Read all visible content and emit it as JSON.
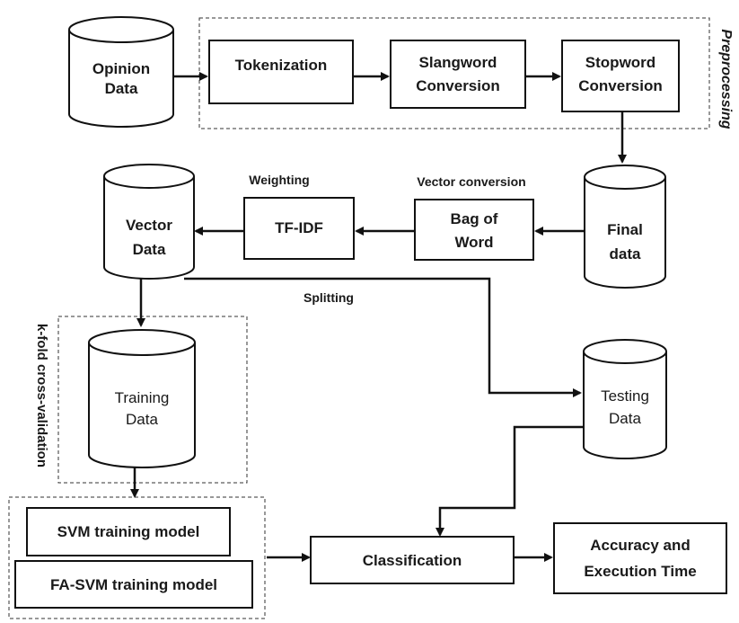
{
  "nodes": {
    "opinion_data": [
      "Opinion",
      "Data"
    ],
    "tokenization": [
      "Tokenization"
    ],
    "slangword": [
      "Slangword",
      "Conversion"
    ],
    "stopword": [
      "Stopword",
      "Conversion"
    ],
    "final_data": [
      "Final",
      "data"
    ],
    "bag_of_word": [
      "Bag of",
      "Word"
    ],
    "tfidf": [
      "TF-IDF"
    ],
    "vector_data": [
      "Vector",
      "Data"
    ],
    "training_data": [
      "Training",
      "Data"
    ],
    "testing_data": [
      "Testing",
      "Data"
    ],
    "svm_model": [
      "SVM training model"
    ],
    "fasvm_model": [
      "FA-SVM training model"
    ],
    "classification": [
      "Classification"
    ],
    "accuracy": [
      "Accuracy and",
      "Execution Time"
    ]
  },
  "labels": {
    "preprocessing": "Preprocessing",
    "weighting": "Weighting",
    "vector_conversion": "Vector conversion",
    "splitting": "Splitting",
    "kfold": "k-fold cross-validation"
  },
  "edges": [
    [
      "opinion_data",
      "tokenization"
    ],
    [
      "tokenization",
      "slangword"
    ],
    [
      "slangword",
      "stopword"
    ],
    [
      "stopword",
      "final_data"
    ],
    [
      "final_data",
      "bag_of_word"
    ],
    [
      "bag_of_word",
      "tfidf"
    ],
    [
      "tfidf",
      "vector_data"
    ],
    [
      "vector_data",
      "training_data"
    ],
    [
      "vector_data",
      "testing_data"
    ],
    [
      "training_data",
      "models_group"
    ],
    [
      "testing_data",
      "classification"
    ],
    [
      "models_group",
      "classification"
    ],
    [
      "classification",
      "accuracy"
    ]
  ]
}
